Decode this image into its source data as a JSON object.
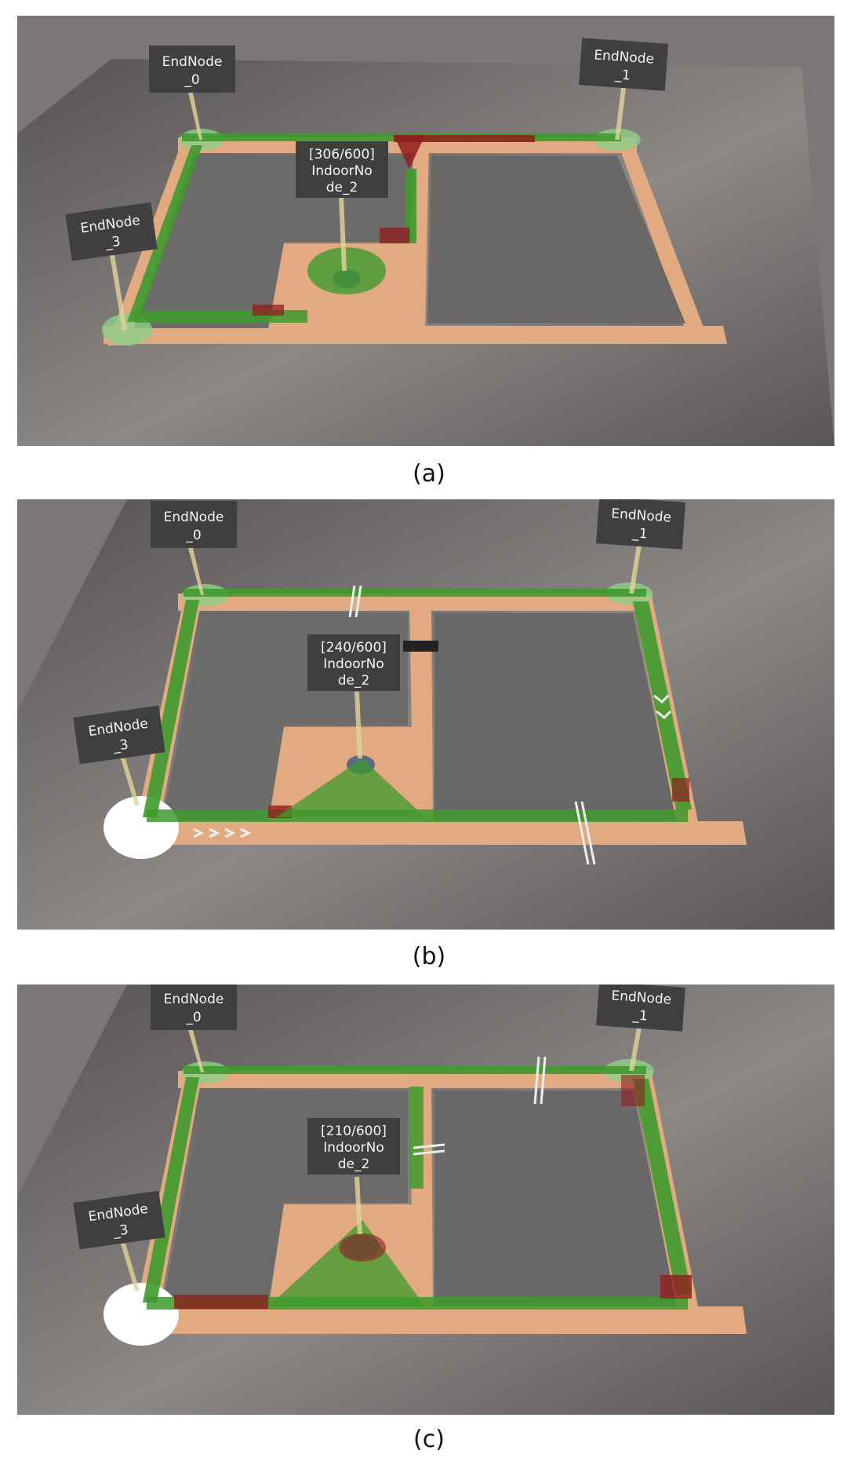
{
  "panels": [
    {
      "id": "a",
      "caption": "(a)",
      "indoor_count": "[306/600]",
      "indoor_name_line1": "IndoorNo",
      "indoor_name_line2": "de_2",
      "end_nodes": [
        {
          "line1": "EndNode",
          "line2": "_0"
        },
        {
          "line1": "EndNode",
          "line2": "_1"
        },
        {
          "line1": "EndNode",
          "line2": "_3"
        }
      ]
    },
    {
      "id": "b",
      "caption": "(b)",
      "indoor_count": "[240/600]",
      "indoor_name_line1": "IndoorNo",
      "indoor_name_line2": "de_2",
      "end_nodes": [
        {
          "line1": "EndNode",
          "line2": "_0"
        },
        {
          "line1": "EndNode",
          "line2": "_1"
        },
        {
          "line1": "EndNode",
          "line2": "_3"
        }
      ]
    },
    {
      "id": "c",
      "caption": "(c)",
      "indoor_count": "[210/600]",
      "indoor_name_line1": "IndoorNo",
      "indoor_name_line2": "de_2",
      "end_nodes": [
        {
          "line1": "EndNode",
          "line2": "_0"
        },
        {
          "line1": "EndNode",
          "line2": "_1"
        },
        {
          "line1": "EndNode",
          "line2": "_3"
        }
      ]
    }
  ],
  "colors": {
    "floor_light": "#8a8684",
    "floor_dark": "#4f4c4c",
    "path": "#e2aa80",
    "agent_green": "#3f9a2e",
    "agent_red": "#8f1f1f",
    "sign_bg": "#3f3f3f",
    "node_green": "#8fd08a"
  }
}
